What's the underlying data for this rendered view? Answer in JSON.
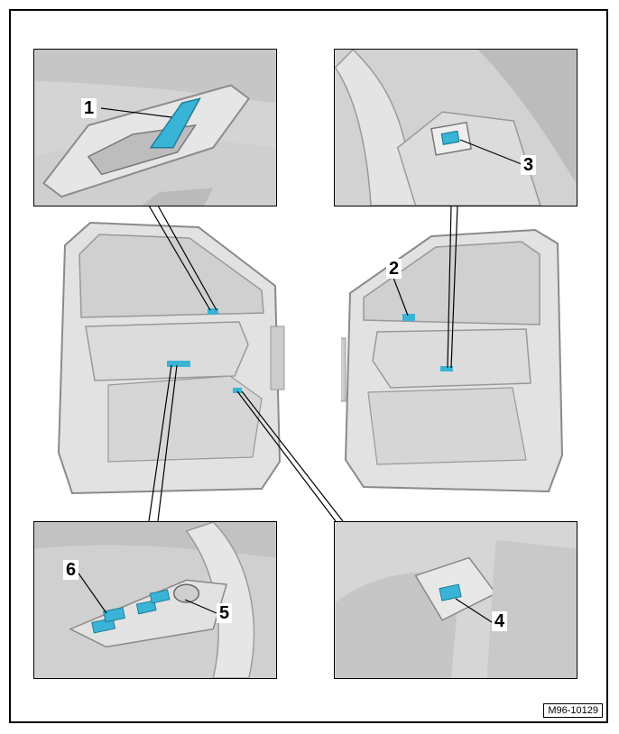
{
  "callouts": {
    "c1": "1",
    "c2": "2",
    "c3": "3",
    "c4": "4",
    "c5": "5",
    "c6": "6"
  },
  "reference_code": "M96-10129",
  "colors": {
    "highlight": "#3ab4d6",
    "door_fill": "#e2e2e2",
    "door_stroke": "#8a8a8a",
    "panel_bg": "#d6d6d6"
  }
}
